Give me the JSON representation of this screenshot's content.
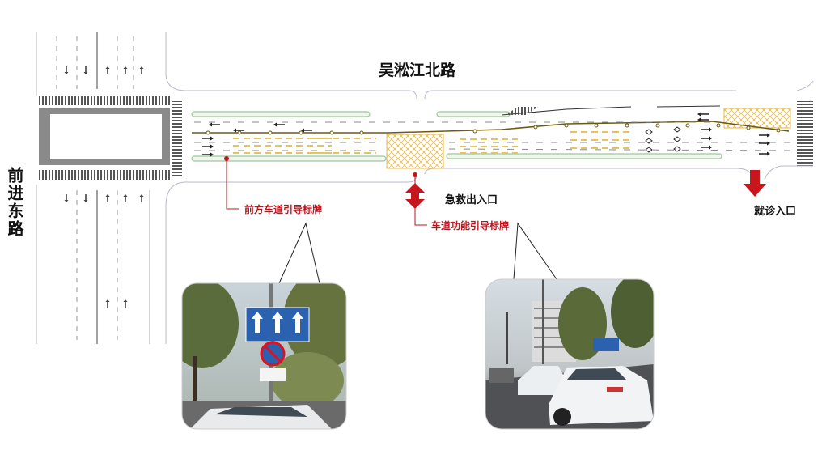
{
  "roads": {
    "main_road": "吴淞江北路",
    "cross_road": "前进东路"
  },
  "annotations": {
    "lane_guide_sign": "前方车道引导标牌",
    "lane_function_sign": "车道功能引导标牌",
    "emergency_entrance": "急救出入口",
    "clinic_entrance": "就诊入口"
  },
  "colors": {
    "annotation_red": "#c0141c",
    "arrow_red": "#c8161d",
    "hatch_yellow": "#e8b84a",
    "median_green": "#9dc79a"
  }
}
